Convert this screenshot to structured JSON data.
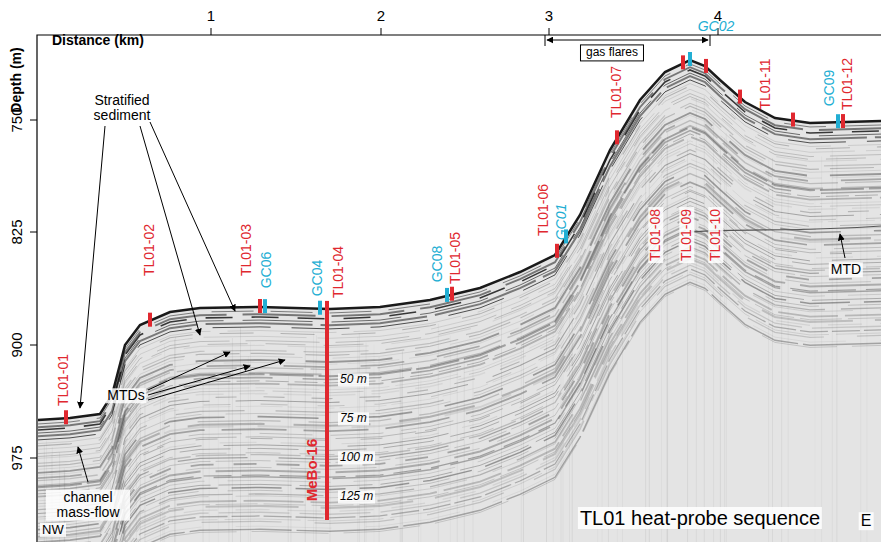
{
  "diagram": {
    "labels": [
      "Distance (km)",
      "1",
      "2",
      "3",
      "4",
      "Depth (m)",
      "750",
      "825",
      "900",
      "975",
      "gas flares",
      "GC02",
      "TL01-01",
      "TL01-02",
      "TL01-03",
      "GC06",
      "GC04",
      "TL01-04",
      "GC08",
      "TL01-05",
      "TL01-06",
      "GC01",
      "TL01-07",
      "TL01-08",
      "TL01-09",
      "TL01-10",
      "TL01-11",
      "GC09",
      "TL01-12",
      "Stratified sediment",
      "MTDs",
      "MTD",
      "channel mass-flow",
      "MeBo-16",
      "50 m",
      "75 m",
      "100 m",
      "125 m",
      "TL01 heat-probe sequence",
      "NW",
      "E"
    ]
  }
}
